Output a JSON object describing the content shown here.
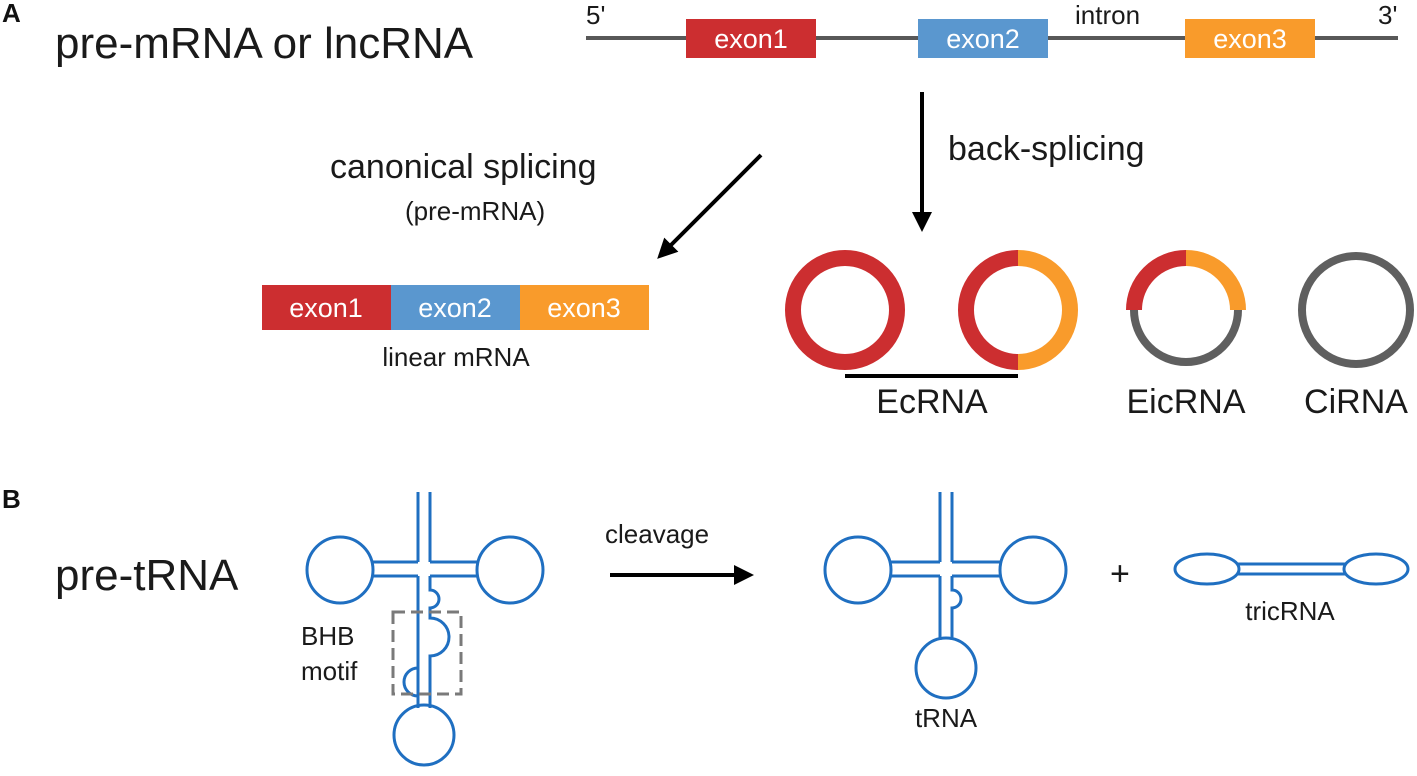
{
  "panel_a": {
    "letter": "A",
    "precursor_label": "pre-mRNA or lncRNA",
    "five_prime": "5'",
    "three_prime": "3'",
    "intron_label": "intron",
    "exons": [
      {
        "label": "exon1",
        "color": "#cc2e30"
      },
      {
        "label": "exon2",
        "color": "#5a97cf"
      },
      {
        "label": "exon3",
        "color": "#f99b2b"
      }
    ],
    "canonical_label": "canonical splicing",
    "canonical_sublabel": "(pre-mRNA)",
    "back_splicing_label": "back-splicing",
    "linear_label": "linear mRNA",
    "circ_types": [
      "EcRNA",
      "EicRNA",
      "CiRNA"
    ],
    "intron_color": "#5f5f5f"
  },
  "panel_b": {
    "letter": "B",
    "precursor_label": "pre-tRNA",
    "motif_label_line1": "BHB",
    "motif_label_line2": "motif",
    "cleavage_label": "cleavage",
    "plus": "+",
    "trna_label": "tRNA",
    "tricrna_label": "tricRNA",
    "rna_color": "#1f6fc1"
  }
}
